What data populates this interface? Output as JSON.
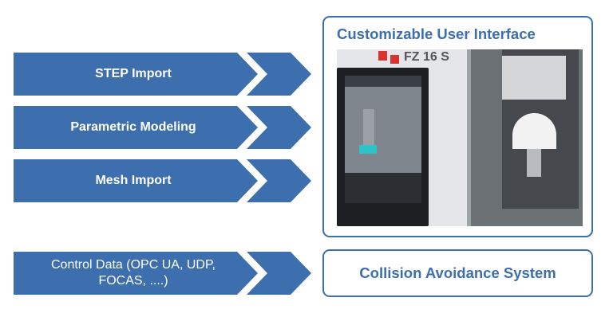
{
  "colors": {
    "accent": "#3d6ead",
    "text_on_accent": "#ffffff"
  },
  "inputs": [
    {
      "label": "STEP Import"
    },
    {
      "label": "Parametric Modeling"
    },
    {
      "label": "Mesh Import"
    },
    {
      "label": "Control Data (OPC UA, UDP, FOCAS, ....)"
    }
  ],
  "ui_box": {
    "title": "Customizable User Interface",
    "photo_logo_text": "FZ 16 S"
  },
  "collision_box": {
    "title": "Collision Avoidance System"
  }
}
